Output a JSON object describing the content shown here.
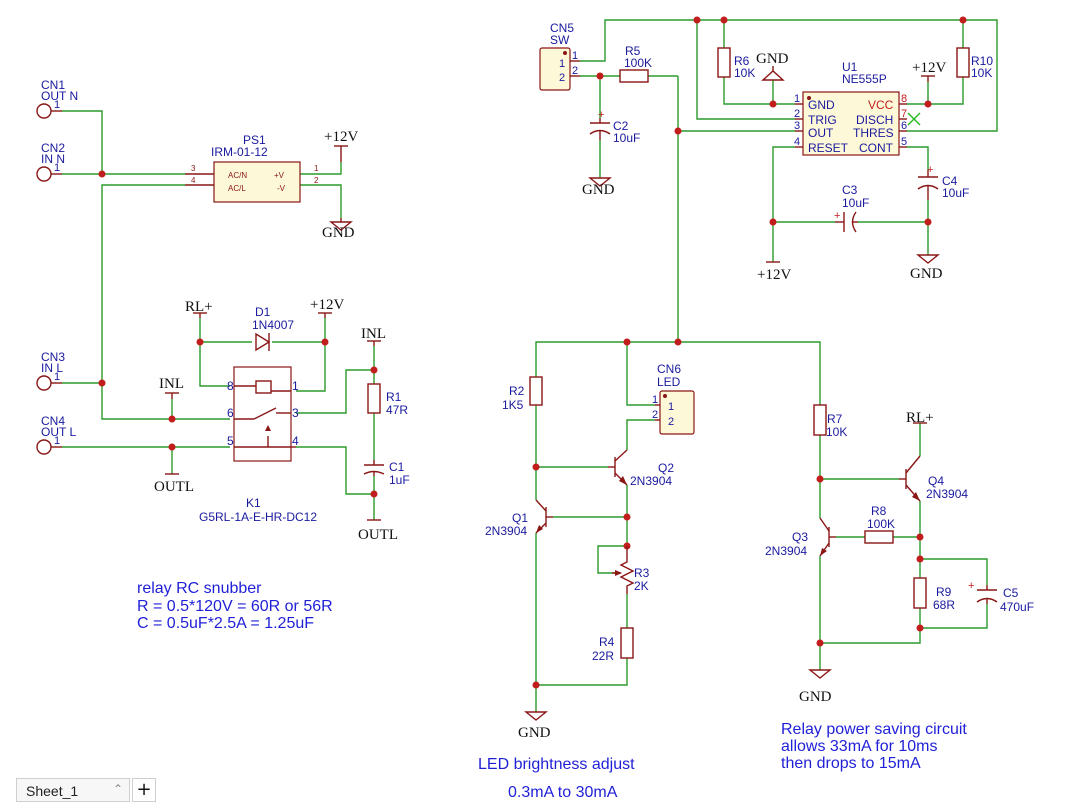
{
  "components": {
    "cn1": {
      "ref": "CN1",
      "net": "OUT N",
      "pin": "1"
    },
    "cn2": {
      "ref": "CN2",
      "net": "IN N",
      "pin": "1"
    },
    "cn3": {
      "ref": "CN3",
      "net": "IN L",
      "pin": "1"
    },
    "cn4": {
      "ref": "CN4",
      "net": "OUT L",
      "pin": "1"
    },
    "ps1": {
      "ref": "PS1",
      "value": "IRM-01-12",
      "pins": {
        "p3": "3",
        "p4": "4",
        "p1": "1",
        "p2": "2",
        "acn": "AC/N",
        "acl": "AC/L",
        "vp": "+V",
        "vm": "-V"
      }
    },
    "d1": {
      "ref": "D1",
      "value": "1N4007"
    },
    "k1": {
      "ref": "K1",
      "value": "G5RL-1A-E-HR-DC12",
      "pins": [
        "8",
        "1",
        "6",
        "3",
        "5",
        "4"
      ]
    },
    "r1": {
      "ref": "R1",
      "value": "47R"
    },
    "c1": {
      "ref": "C1",
      "value": "1uF"
    },
    "cn5": {
      "ref": "CN5",
      "value": "SW",
      "pins": [
        "1",
        "2"
      ]
    },
    "r5": {
      "ref": "R5",
      "value": "100K"
    },
    "c2": {
      "ref": "C2",
      "value": "10uF"
    },
    "r6": {
      "ref": "R6",
      "value": "10K"
    },
    "u1": {
      "ref": "U1",
      "value": "NE555P",
      "pins": {
        "1": "1",
        "2": "2",
        "3": "3",
        "4": "4",
        "5": "5",
        "6": "6",
        "7": "7",
        "8": "8"
      },
      "names": {
        "gnd": "GND",
        "trig": "TRIG",
        "out": "OUT",
        "reset": "RESET",
        "vcc": "VCC",
        "disch": "DISCH",
        "thres": "THRES",
        "cont": "CONT"
      }
    },
    "r10": {
      "ref": "R10",
      "value": "10K"
    },
    "c4": {
      "ref": "C4",
      "value": "10uF"
    },
    "c3": {
      "ref": "C3",
      "value": "10uF"
    },
    "cn6": {
      "ref": "CN6",
      "value": "LED",
      "pins": [
        "1",
        "2"
      ]
    },
    "r2": {
      "ref": "R2",
      "value": "1K5"
    },
    "q1": {
      "ref": "Q1",
      "value": "2N3904"
    },
    "q2": {
      "ref": "Q2",
      "value": "2N3904"
    },
    "r3": {
      "ref": "R3",
      "value": "2K"
    },
    "r4": {
      "ref": "R4",
      "value": "22R"
    },
    "r7": {
      "ref": "R7",
      "value": "10K"
    },
    "q3": {
      "ref": "Q3",
      "value": "2N3904"
    },
    "q4": {
      "ref": "Q4",
      "value": "2N3904"
    },
    "r8": {
      "ref": "R8",
      "value": "100K"
    },
    "r9": {
      "ref": "R9",
      "value": "68R"
    },
    "c5": {
      "ref": "C5",
      "value": "470uF"
    }
  },
  "power": {
    "v12": "+12V",
    "gnd": "GND",
    "rlp": "RL+",
    "inl": "INL",
    "outl": "OUTL"
  },
  "notes": {
    "snubber": [
      "relay RC snubber",
      "R = 0.5*120V = 60R or 56R",
      "C = 0.5uF*2.5A = 1.25uF"
    ],
    "led": [
      "LED brightness adjust",
      "0.3mA to 30mA"
    ],
    "relay_saving": [
      "Relay power saving circuit",
      "allows 33mA for 10ms",
      "then drops to 15mA"
    ]
  },
  "sheets": {
    "active": "Sheet_1",
    "add": "+",
    "chevron": "⌃"
  },
  "colors": {
    "wire": "#2c9a2c",
    "component": "#8a1616",
    "junction": "#c21d1d",
    "label": "#1a1a9e",
    "note": "#1f1fd8"
  }
}
